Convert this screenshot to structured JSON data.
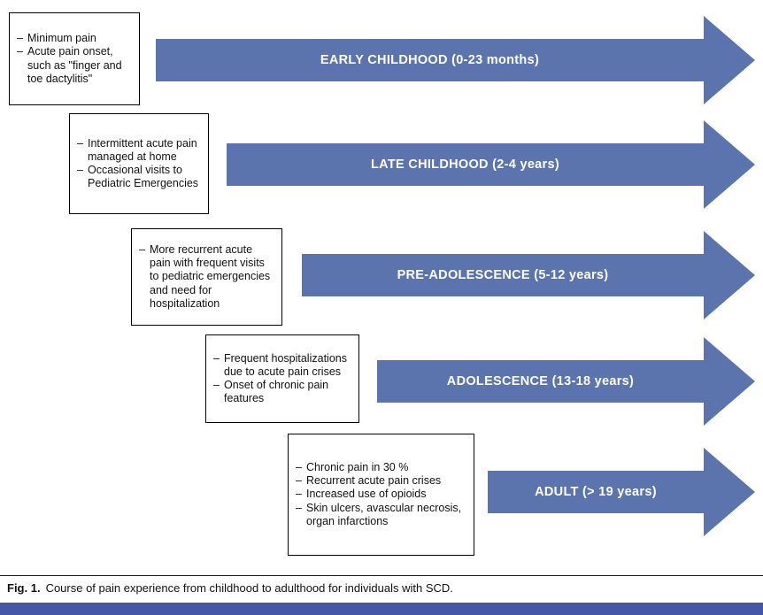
{
  "colors": {
    "arrow_blue": "#5b74ae",
    "footer_bar_blue": "#4456a5"
  },
  "bullet_marker": "–",
  "stages": [
    {
      "label": "EARLY CHILDHOOD (0-23 months)",
      "bullets": [
        "Minimum pain",
        "Acute pain onset, such as \"finger and toe dactylitis\""
      ]
    },
    {
      "label": "LATE CHILDHOOD (2-4 years)",
      "bullets": [
        "Intermittent acute pain managed at home",
        "Occasional visits to Pediatric Emergencies"
      ]
    },
    {
      "label": "PRE-ADOLESCENCE (5-12 years)",
      "bullets": [
        "More recurrent acute pain with frequent visits to pediatric emergencies and need for hospitalization"
      ]
    },
    {
      "label": "ADOLESCENCE (13-18 years)",
      "bullets": [
        "Frequent hospitalizations due to acute pain crises",
        "Onset of chronic pain features"
      ]
    },
    {
      "label": "ADULT (> 19 years)",
      "bullets": [
        "Chronic pain in 30 %",
        "Recurrent acute pain crises",
        "Increased use of opioids",
        "Skin ulcers, avascular necrosis, organ infarctions"
      ]
    }
  ],
  "caption": {
    "figure_label": "Fig. 1.",
    "text": "Course of pain experience from childhood to adulthood for individuals with SCD."
  }
}
